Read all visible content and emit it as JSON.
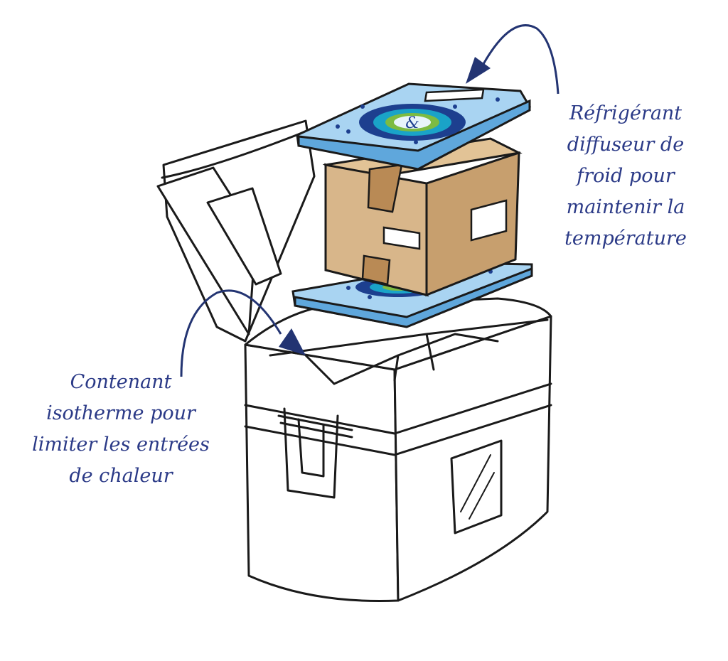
{
  "callouts": {
    "refrigerant": {
      "lines": [
        "Réfrigérant",
        "diffuseur de",
        "froid pour",
        "maintenir la",
        "température"
      ]
    },
    "container": {
      "lines": [
        "Contenant",
        "isotherme pour",
        "limiter les entrées",
        "de chaleur"
      ]
    }
  },
  "colors": {
    "ink": "#1a1a1a",
    "label": "#2b3a87",
    "arrow": "#233472",
    "pack_fill": "#a9d4f2",
    "pack_edge": "#5fa7dc",
    "box_front": "#d8b68a",
    "box_side": "#c79f6e",
    "tape": "#b98a55",
    "logo_navy": "#1d3f8f",
    "logo_teal": "#1aa3c8",
    "logo_green": "#7dbb42"
  },
  "icons": [
    "ampersand-logo-icon"
  ]
}
